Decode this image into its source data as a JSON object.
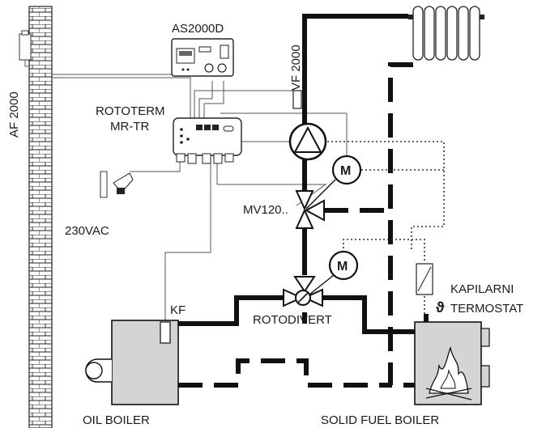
{
  "labels": {
    "af2000": "AF 2000",
    "as2000d": "AS2000D",
    "vf2000": "VF 2000",
    "rototerm_line1": "ROTOTERM",
    "rototerm_line2": "MR-TR",
    "mv120": "MV120..",
    "vac": "230VAC",
    "kf": "KF",
    "rotodivert": "ROTODIVERT",
    "kapilarni": "KAPILARNI",
    "termostat": "TERMOSTAT",
    "theta": "ϑ",
    "oil_boiler": "OIL BOILER",
    "solid_fuel_boiler": "SOLID FUEL BOILER",
    "motor1": "M",
    "motor2": "M"
  },
  "colors": {
    "wall": "#ffffff",
    "boiler_fill": "#d4d4d4",
    "pipe": "#111111"
  },
  "icons": {
    "outdoor_sensor": "outdoor-sensor-icon",
    "remote_control": "room-controller-icon",
    "pump": "circulation-pump-icon",
    "plug": "power-plug-icon",
    "radiator": "radiator-icon",
    "fire": "fire-icon",
    "burner": "oil-burner-icon"
  }
}
